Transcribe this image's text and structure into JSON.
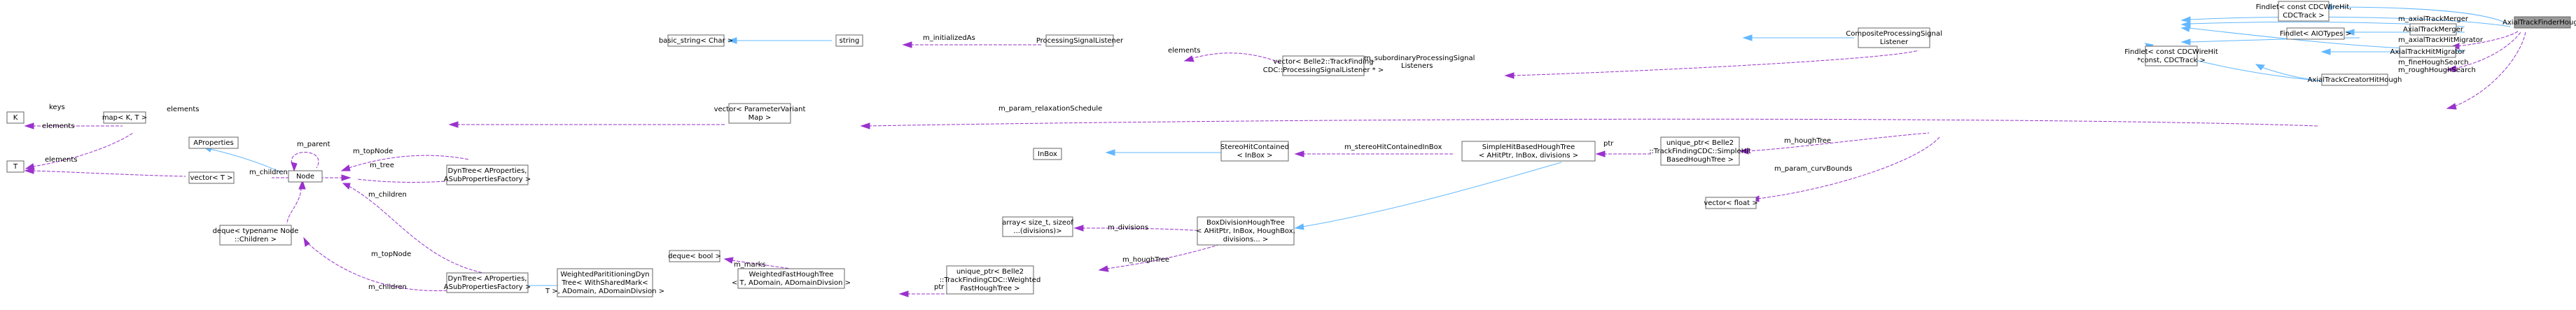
{
  "nodes": {
    "axial_track_finder_hough": "AxialTrackFinderHough",
    "findlet_cdcwirehit_cdctrack": [
      "Findlet< const CDCWireHit,",
      "CDCTrack >"
    ],
    "axial_track_merger": "AxialTrackMerger",
    "findlet_aiotypes": "Findlet< AIOTypes >",
    "axial_track_hit_migrator": "AxialTrackHitMigrator",
    "findlet_const_cdcwirehit_const_cdctrack": [
      "Findlet< const CDCWireHit",
      "*const, CDCTrack >"
    ],
    "axial_track_creator_hit_hough": "AxialTrackCreatorHitHough",
    "composite_processing_signal_listener": [
      "CompositeProcessingSignal",
      "Listener"
    ],
    "processing_signal_listener": "ProcessingSignalListener",
    "string": "string",
    "basic_string": "basic_string< Char >",
    "vector_processing_signal_listener": [
      "vector< Belle2::TrackFinding",
      "CDC::ProcessingSignalListener * >"
    ],
    "vector_parameter_variant_map": [
      "vector< ParameterVariant",
      "Map >"
    ],
    "map_k_t": "map< K, T >",
    "k": "K",
    "t": "T",
    "vector_t": "vector< T >",
    "aproperties": "AProperties",
    "node": "Node",
    "dyntree_top": [
      "DynTree< AProperties,",
      "ASubPropertiesFactory >"
    ],
    "deque_node_children": [
      "deque< typename Node",
      "::Children >"
    ],
    "dyntree_bottom": [
      "DynTree< AProperties,",
      "ASubPropertiesFactory >"
    ],
    "weighted_partitioning_dyn_tree": [
      "WeightedParititioningDyn",
      "Tree< WithSharedMark<",
      "T >, ADomain, ADomainDivsion >"
    ],
    "deque_bool": "deque< bool >",
    "weighted_fast_hough_tree": [
      "WeightedFastHoughTree",
      "< T, ADomain, ADomainDivsion >"
    ],
    "unique_ptr_weighted_fast_hough_tree": [
      "unique_ptr< Belle2",
      "::TrackFindingCDC::Weighted",
      "FastHoughTree >"
    ],
    "array_size_t": [
      "array< size_t, sizeof",
      "...(divisions)>"
    ],
    "box_division_hough_tree": [
      "BoxDivisionHoughTree",
      "< AHitPtr, InBox, HoughBox,",
      "divisions... >"
    ],
    "inbox": "InBox",
    "stereo_hit_contained": [
      "StereoHitContained",
      "< InBox >"
    ],
    "simple_hit_based_hough_tree": [
      "SimpleHitBasedHoughTree",
      "< AHitPtr, InBox, divisions >"
    ],
    "unique_ptr_simple_hit_based_hough_tree": [
      "unique_ptr< Belle2",
      "::TrackFindingCDC::SimpleHit",
      "BasedHoughTree >"
    ],
    "vector_float": "vector< float >"
  },
  "edge_labels": {
    "axial_track_merger": "m_axialTrackMerger",
    "axial_track_hit_migrator": "m_axialTrackHitMigrator",
    "fine_rough_search": [
      "m_fineHoughSearch",
      "m_roughHoughSearch"
    ],
    "initialized_as": "m_initializedAs",
    "elements_listener": "elements",
    "subordinary_listeners": [
      "m_subordinaryProcessingSignal",
      "Listeners"
    ],
    "param_relaxation_schedule": "m_param_relaxationSchedule",
    "map_elements": "elements",
    "keys": "keys",
    "map_t_elements": "elements",
    "vector_t_elements": "elements",
    "m_parent": "m_parent",
    "m_top_node_1": "m_topNode",
    "m_tree": "m_tree",
    "m_children_vector": "m_children",
    "m_children_deque": "m_children",
    "m_top_node_2": "m_topNode",
    "m_children_2": "m_children",
    "m_marks": "m_marks",
    "ptr_weighted": "ptr",
    "m_divisions": "m_divisions",
    "m_hough_tree_box": "m_houghTree",
    "stereo_hit_contained_in_box": "m_stereoHitContainedInBox",
    "ptr_simple": "ptr",
    "m_hough_tree": "m_houghTree",
    "param_curv_bounds": "m_param_curvBounds"
  }
}
